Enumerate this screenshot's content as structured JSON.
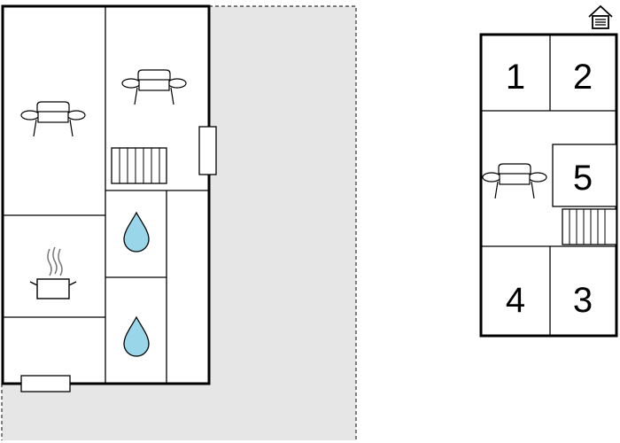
{
  "floor_plan": {
    "ground_floor": {
      "rooms": [
        {
          "icon": "sofa-icon",
          "label": ""
        },
        {
          "icon": "sofa-icon",
          "label": ""
        },
        {
          "icon": "cooking-pot-icon",
          "label": ""
        },
        {
          "icon": "water-drop-icon",
          "label": ""
        },
        {
          "icon": "water-drop-icon",
          "label": ""
        }
      ],
      "terrace_color": "#e6e6e6",
      "drop_color": "#9ad6ea"
    },
    "upper_floor": {
      "rooms": [
        {
          "number": "1"
        },
        {
          "number": "2"
        },
        {
          "number": "5"
        },
        {
          "number": "4"
        },
        {
          "number": "3"
        }
      ],
      "icon": "house-icon"
    }
  }
}
